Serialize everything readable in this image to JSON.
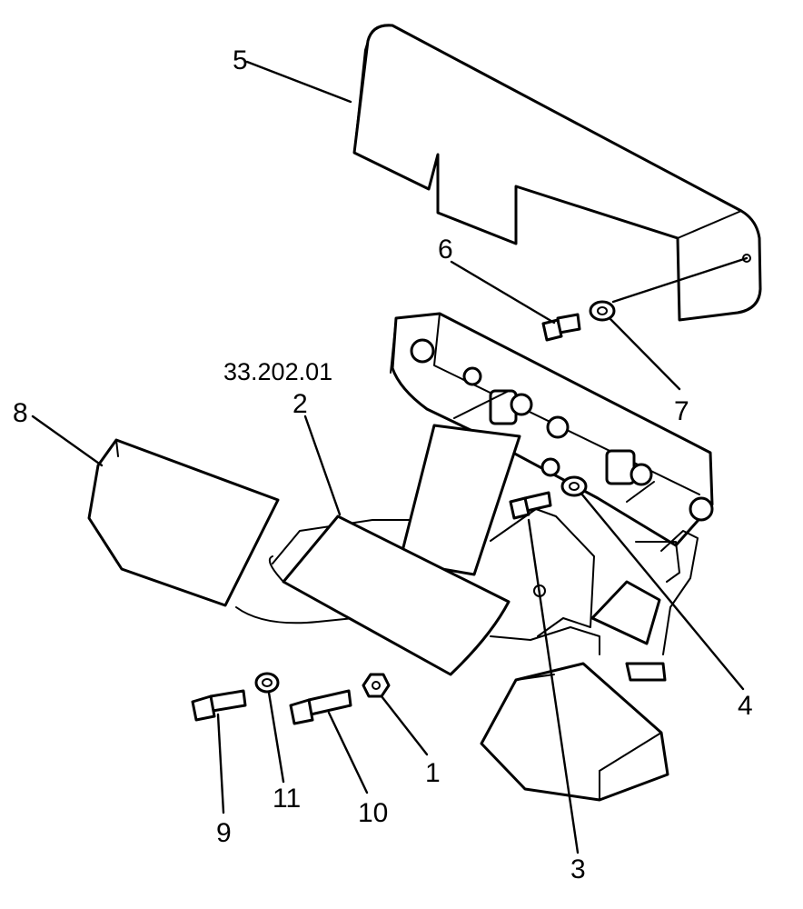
{
  "diagram": {
    "reference": "33.202.01",
    "callouts": {
      "c1": "1",
      "c2": "2",
      "c3": "3",
      "c4": "4",
      "c5": "5",
      "c6": "6",
      "c7": "7",
      "c8": "8",
      "c9": "9",
      "c10": "10",
      "c11": "11"
    }
  }
}
